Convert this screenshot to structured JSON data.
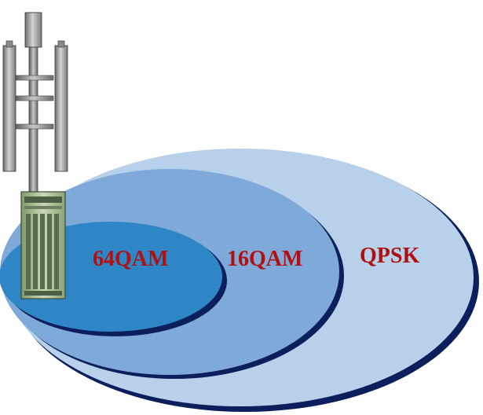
{
  "zones": [
    {
      "label": "QPSK",
      "fill": "#b7d1ea",
      "outline": "#0b1f5c"
    },
    {
      "label": "16QAM",
      "fill": "#7ea9d9",
      "outline": "#0b1f5c"
    },
    {
      "label": "64QAM",
      "fill": "#2f86c6",
      "outline": "#0b1f5c"
    }
  ],
  "label_color": "#b01010",
  "icons": {
    "antenna": "antenna-tower-icon",
    "base_station": "base-station-cabinet-icon"
  }
}
